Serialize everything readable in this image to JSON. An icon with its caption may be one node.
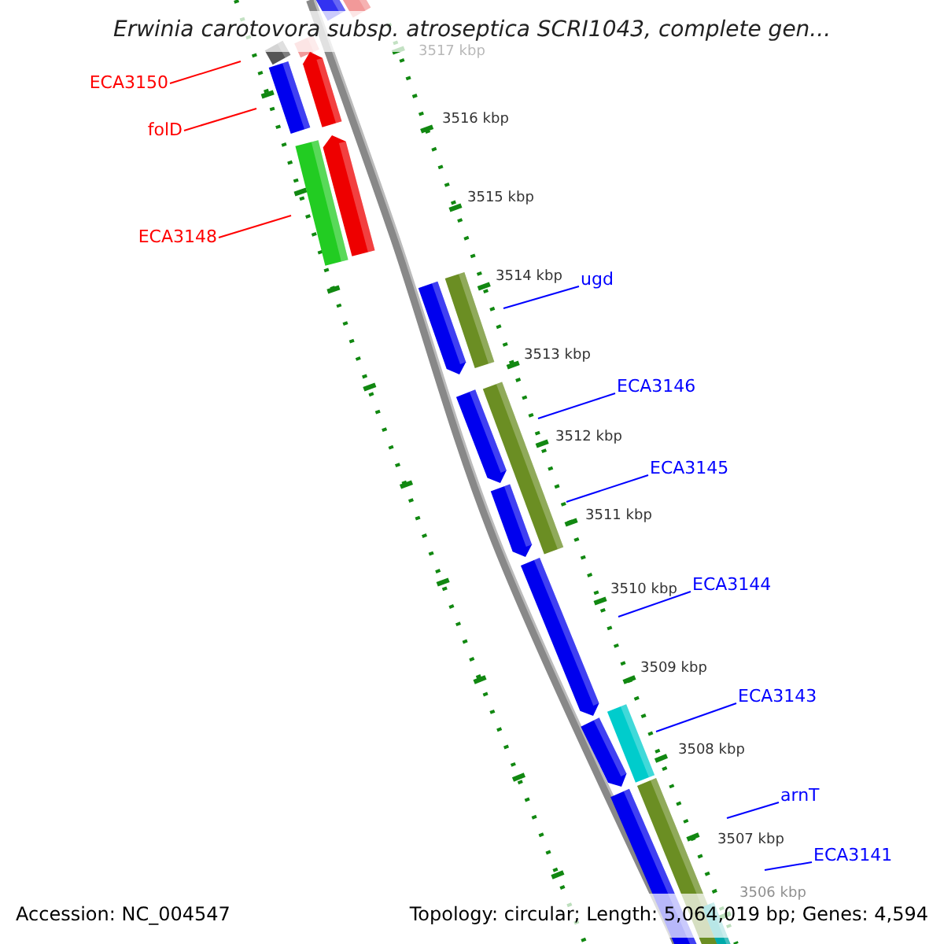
{
  "diagram": {
    "title": "Erwinia carotovora subsp. atroseptica SCRI1043, complete gen...",
    "nodes": [
      {
        "text": [
          "ECA3150"
        ]
      },
      {
        "text": [
          "folD"
        ]
      },
      {
        "text": [
          "ECA3148"
        ]
      },
      {
        "text": [
          "ugd"
        ]
      },
      {
        "text": [
          "ECA3146"
        ]
      },
      {
        "text": [
          "ECA3145"
        ]
      },
      {
        "text": [
          "ECA3144"
        ]
      },
      {
        "text": [
          "ECA3143"
        ]
      },
      {
        "text": [
          "arnT"
        ]
      },
      {
        "text": [
          "ECA3141"
        ]
      }
    ],
    "edges": [
      {
        "from": 0,
        "to": null,
        "arrow": "none",
        "color": "#ff0000"
      },
      {
        "from": 1,
        "to": null,
        "arrow": "none",
        "color": "#ff0000"
      },
      {
        "from": 2,
        "to": null,
        "arrow": "none",
        "color": "#ff0000"
      },
      {
        "from": 3,
        "to": null,
        "arrow": "none"
      },
      {
        "from": 4,
        "to": null,
        "arrow": "none"
      },
      {
        "from": 5,
        "to": null,
        "arrow": "none"
      },
      {
        "from": 6,
        "to": null,
        "arrow": "none"
      },
      {
        "from": 7,
        "to": null,
        "arrow": "none"
      },
      {
        "from": 8,
        "to": null,
        "arrow": "none"
      },
      {
        "from": 9,
        "to": null,
        "arrow": "none"
      }
    ],
    "labels": [
      "3517 kbp",
      "3516 kbp",
      "3515 kbp",
      "3514 kbp",
      "3513 kbp",
      "3512 kbp",
      "3511 kbp",
      "3510 kbp",
      "3509 kbp",
      "3508 kbp",
      "3507 kbp",
      "3506 kbp",
      "Accession: NC_004547",
      "Topology: circular; Length: 5,064,019 bp; Genes: 4,594"
    ]
  }
}
